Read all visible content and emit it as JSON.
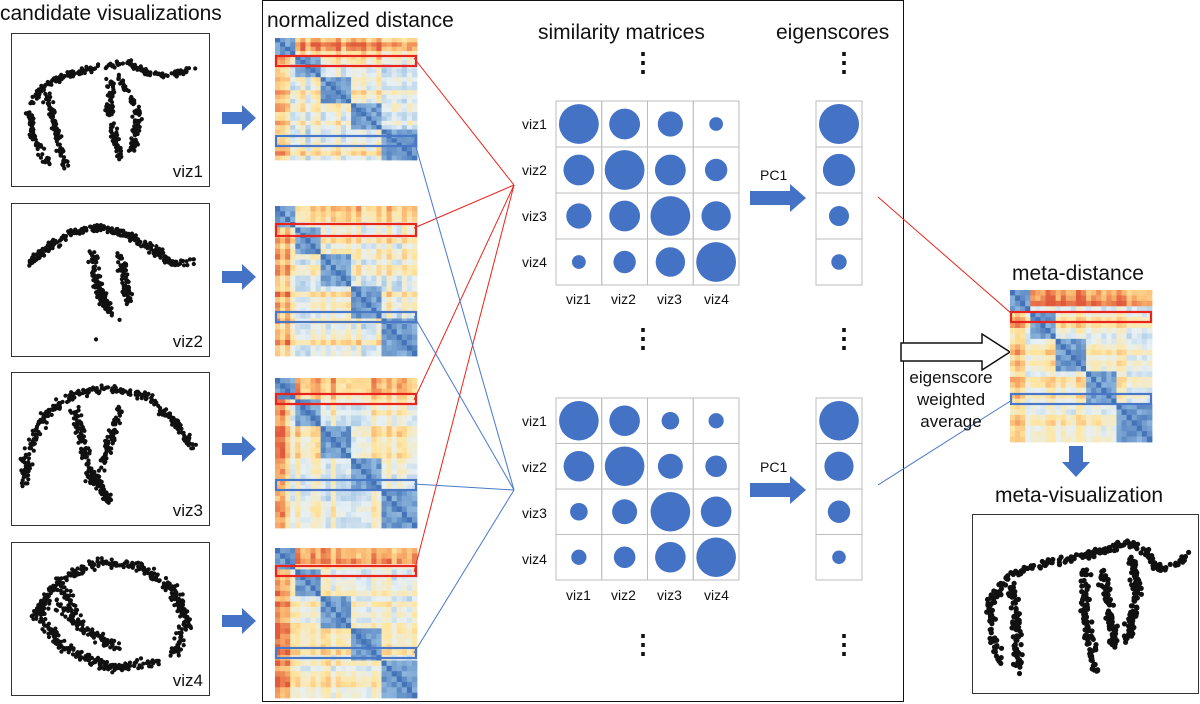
{
  "titles": {
    "candidate": "candidate visualizations",
    "normalized": "normalized distance",
    "similarity": "similarity matrices",
    "eigenscores": "eigenscores",
    "meta_distance": "meta-distance",
    "meta_visualization": "meta-visualization"
  },
  "viz_labels": [
    "viz1",
    "viz2",
    "viz3",
    "viz4"
  ],
  "matrix_row_labels": [
    "viz1",
    "viz2",
    "viz3",
    "viz4"
  ],
  "matrix_col_labels": [
    "viz1",
    "viz2",
    "viz3",
    "viz4"
  ],
  "pc_label": "PC1",
  "weighted_average": [
    "eigenscore",
    "weighted",
    "average"
  ],
  "ellipsis": "⋮",
  "colors": {
    "accent_blue": "#4472c4",
    "highlight_red": "#e8241c",
    "highlight_blue": "#4a78c8",
    "line_red": "#e8241c",
    "line_blue": "#4a78c8"
  },
  "similarity_matrix_top": [
    [
      1.0,
      0.6,
      0.4,
      0.12
    ],
    [
      0.6,
      1.0,
      0.6,
      0.32
    ],
    [
      0.4,
      0.6,
      1.0,
      0.55
    ],
    [
      0.12,
      0.32,
      0.55,
      1.0
    ]
  ],
  "similarity_matrix_bottom": [
    [
      1.0,
      0.6,
      0.2,
      0.15
    ],
    [
      0.6,
      1.0,
      0.4,
      0.3
    ],
    [
      0.2,
      0.4,
      1.0,
      0.6
    ],
    [
      0.15,
      0.3,
      0.6,
      1.0
    ]
  ],
  "eigenscores_top": [
    1.0,
    0.65,
    0.25,
    0.15
  ],
  "eigenscores_bottom": [
    1.0,
    0.55,
    0.32,
    0.12
  ],
  "icons": {
    "right_arrow": "right-arrow-icon",
    "down_arrow": "down-arrow-icon"
  }
}
